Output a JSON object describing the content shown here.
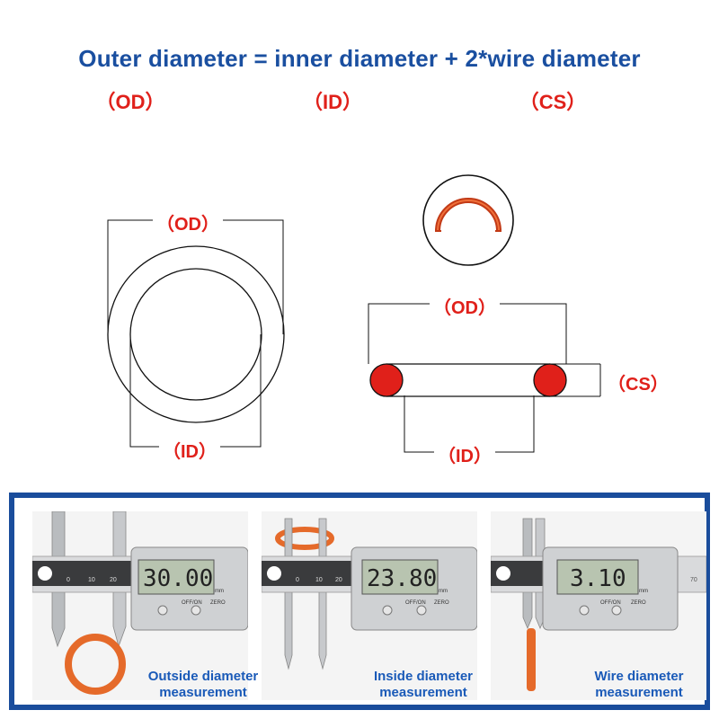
{
  "headline": "Outer diameter = inner diameter + 2*wire diameter",
  "abbreviations": {
    "od": "（OD）",
    "id": "（ID）",
    "cs": "（CS）"
  },
  "ring_diagram": {
    "od_label": "（OD）",
    "id_label": "（ID）"
  },
  "section_diagram": {
    "od_label": "（OD）",
    "id_label": "（ID）",
    "cs_label": "（CS）"
  },
  "colors": {
    "headline": "#1a4fa0",
    "label": "#e0201a",
    "panel_border": "#1a4d9c",
    "seal": "#e0201a",
    "caption": "#1a5ab8"
  },
  "measurements": [
    {
      "reading": "30.00",
      "unit": "mm",
      "buttons": [
        "OFF/ON",
        "ZERO"
      ],
      "caption_line1": "Outside diameter",
      "caption_line2": "measurement",
      "scale_ticks": [
        "0",
        "10",
        "20"
      ]
    },
    {
      "reading": "23.80",
      "unit": "mm",
      "buttons": [
        "OFF/ON",
        "ZERO"
      ],
      "caption_line1": "Inside diameter",
      "caption_line2": "measurement",
      "scale_ticks": [
        "0",
        "10",
        "20"
      ]
    },
    {
      "reading": "3.10",
      "unit": "mm",
      "buttons": [
        "OFF/ON",
        "ZERO"
      ],
      "caption_line1": "Wire diameter",
      "caption_line2": "measurement",
      "scale_ticks": [
        "70"
      ]
    }
  ]
}
